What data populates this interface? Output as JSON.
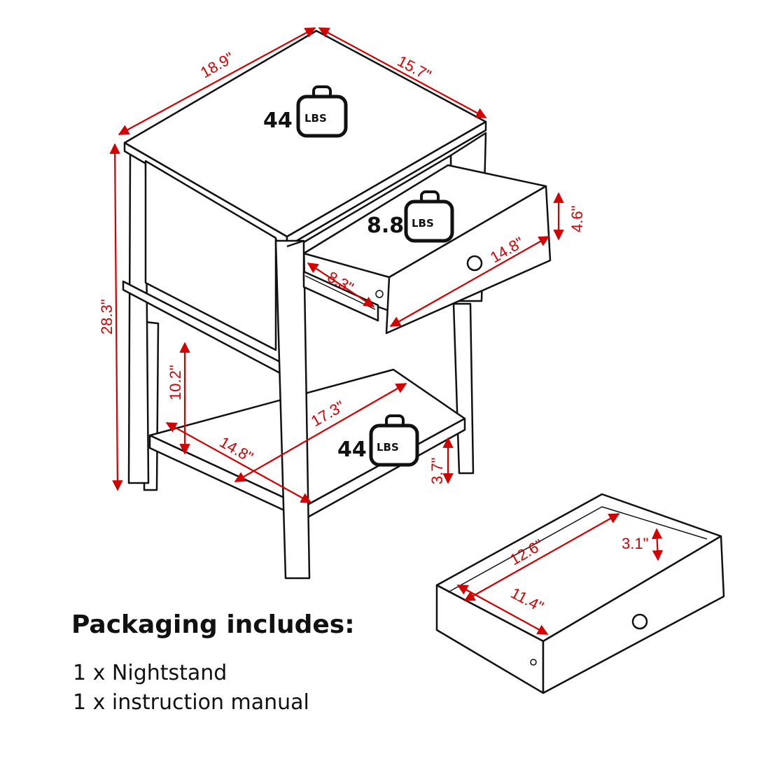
{
  "colors": {
    "line": "#111111",
    "dimension": "#d20000"
  },
  "dimensions": {
    "top_depth": "18.9\"",
    "top_width": "15.7\"",
    "total_height": "28.3\"",
    "drawer_height": "4.6\"",
    "drawer_width": "14.8\"",
    "drawer_extension": "8.3\"",
    "shelf_clearance": "10.2\"",
    "shelf_width": "17.3\"",
    "shelf_depth": "14.8\"",
    "ground_clearance": "3.7\"",
    "drawer_inner_length": "12.6\"",
    "drawer_inner_height": "3.1\"",
    "drawer_inner_width": "11.4\""
  },
  "weights": {
    "top": {
      "value": "44",
      "unit": "LBS",
      "icon": "weight-icon"
    },
    "drawer": {
      "value": "8.8",
      "unit": "LBS",
      "icon": "weight-icon"
    },
    "shelf": {
      "value": "44",
      "unit": "LBS",
      "icon": "weight-icon"
    }
  },
  "packaging": {
    "heading": "Packaging includes:",
    "items": [
      "1 x Nightstand",
      "1 x instruction manual"
    ]
  }
}
